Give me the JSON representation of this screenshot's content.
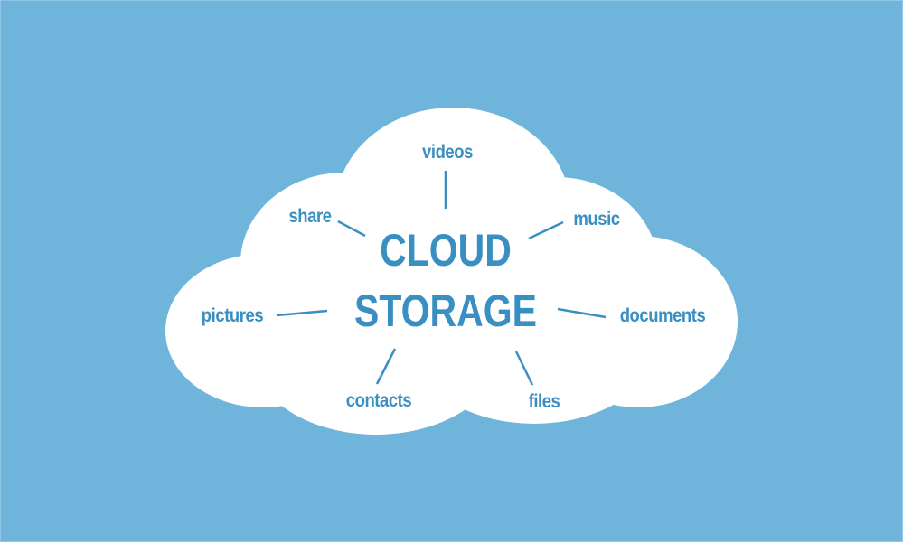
{
  "colors": {
    "background": "#6fb4db",
    "cloud": "#ffffff",
    "text": "#3a8fc2",
    "connector": "#3a8fc2"
  },
  "title": {
    "line1": "CLOUD",
    "line2": "STORAGE"
  },
  "nodes": [
    {
      "id": "videos",
      "label": "videos"
    },
    {
      "id": "music",
      "label": "music"
    },
    {
      "id": "documents",
      "label": "documents"
    },
    {
      "id": "files",
      "label": "files"
    },
    {
      "id": "contacts",
      "label": "contacts"
    },
    {
      "id": "pictures",
      "label": "pictures"
    },
    {
      "id": "share",
      "label": "share"
    }
  ]
}
